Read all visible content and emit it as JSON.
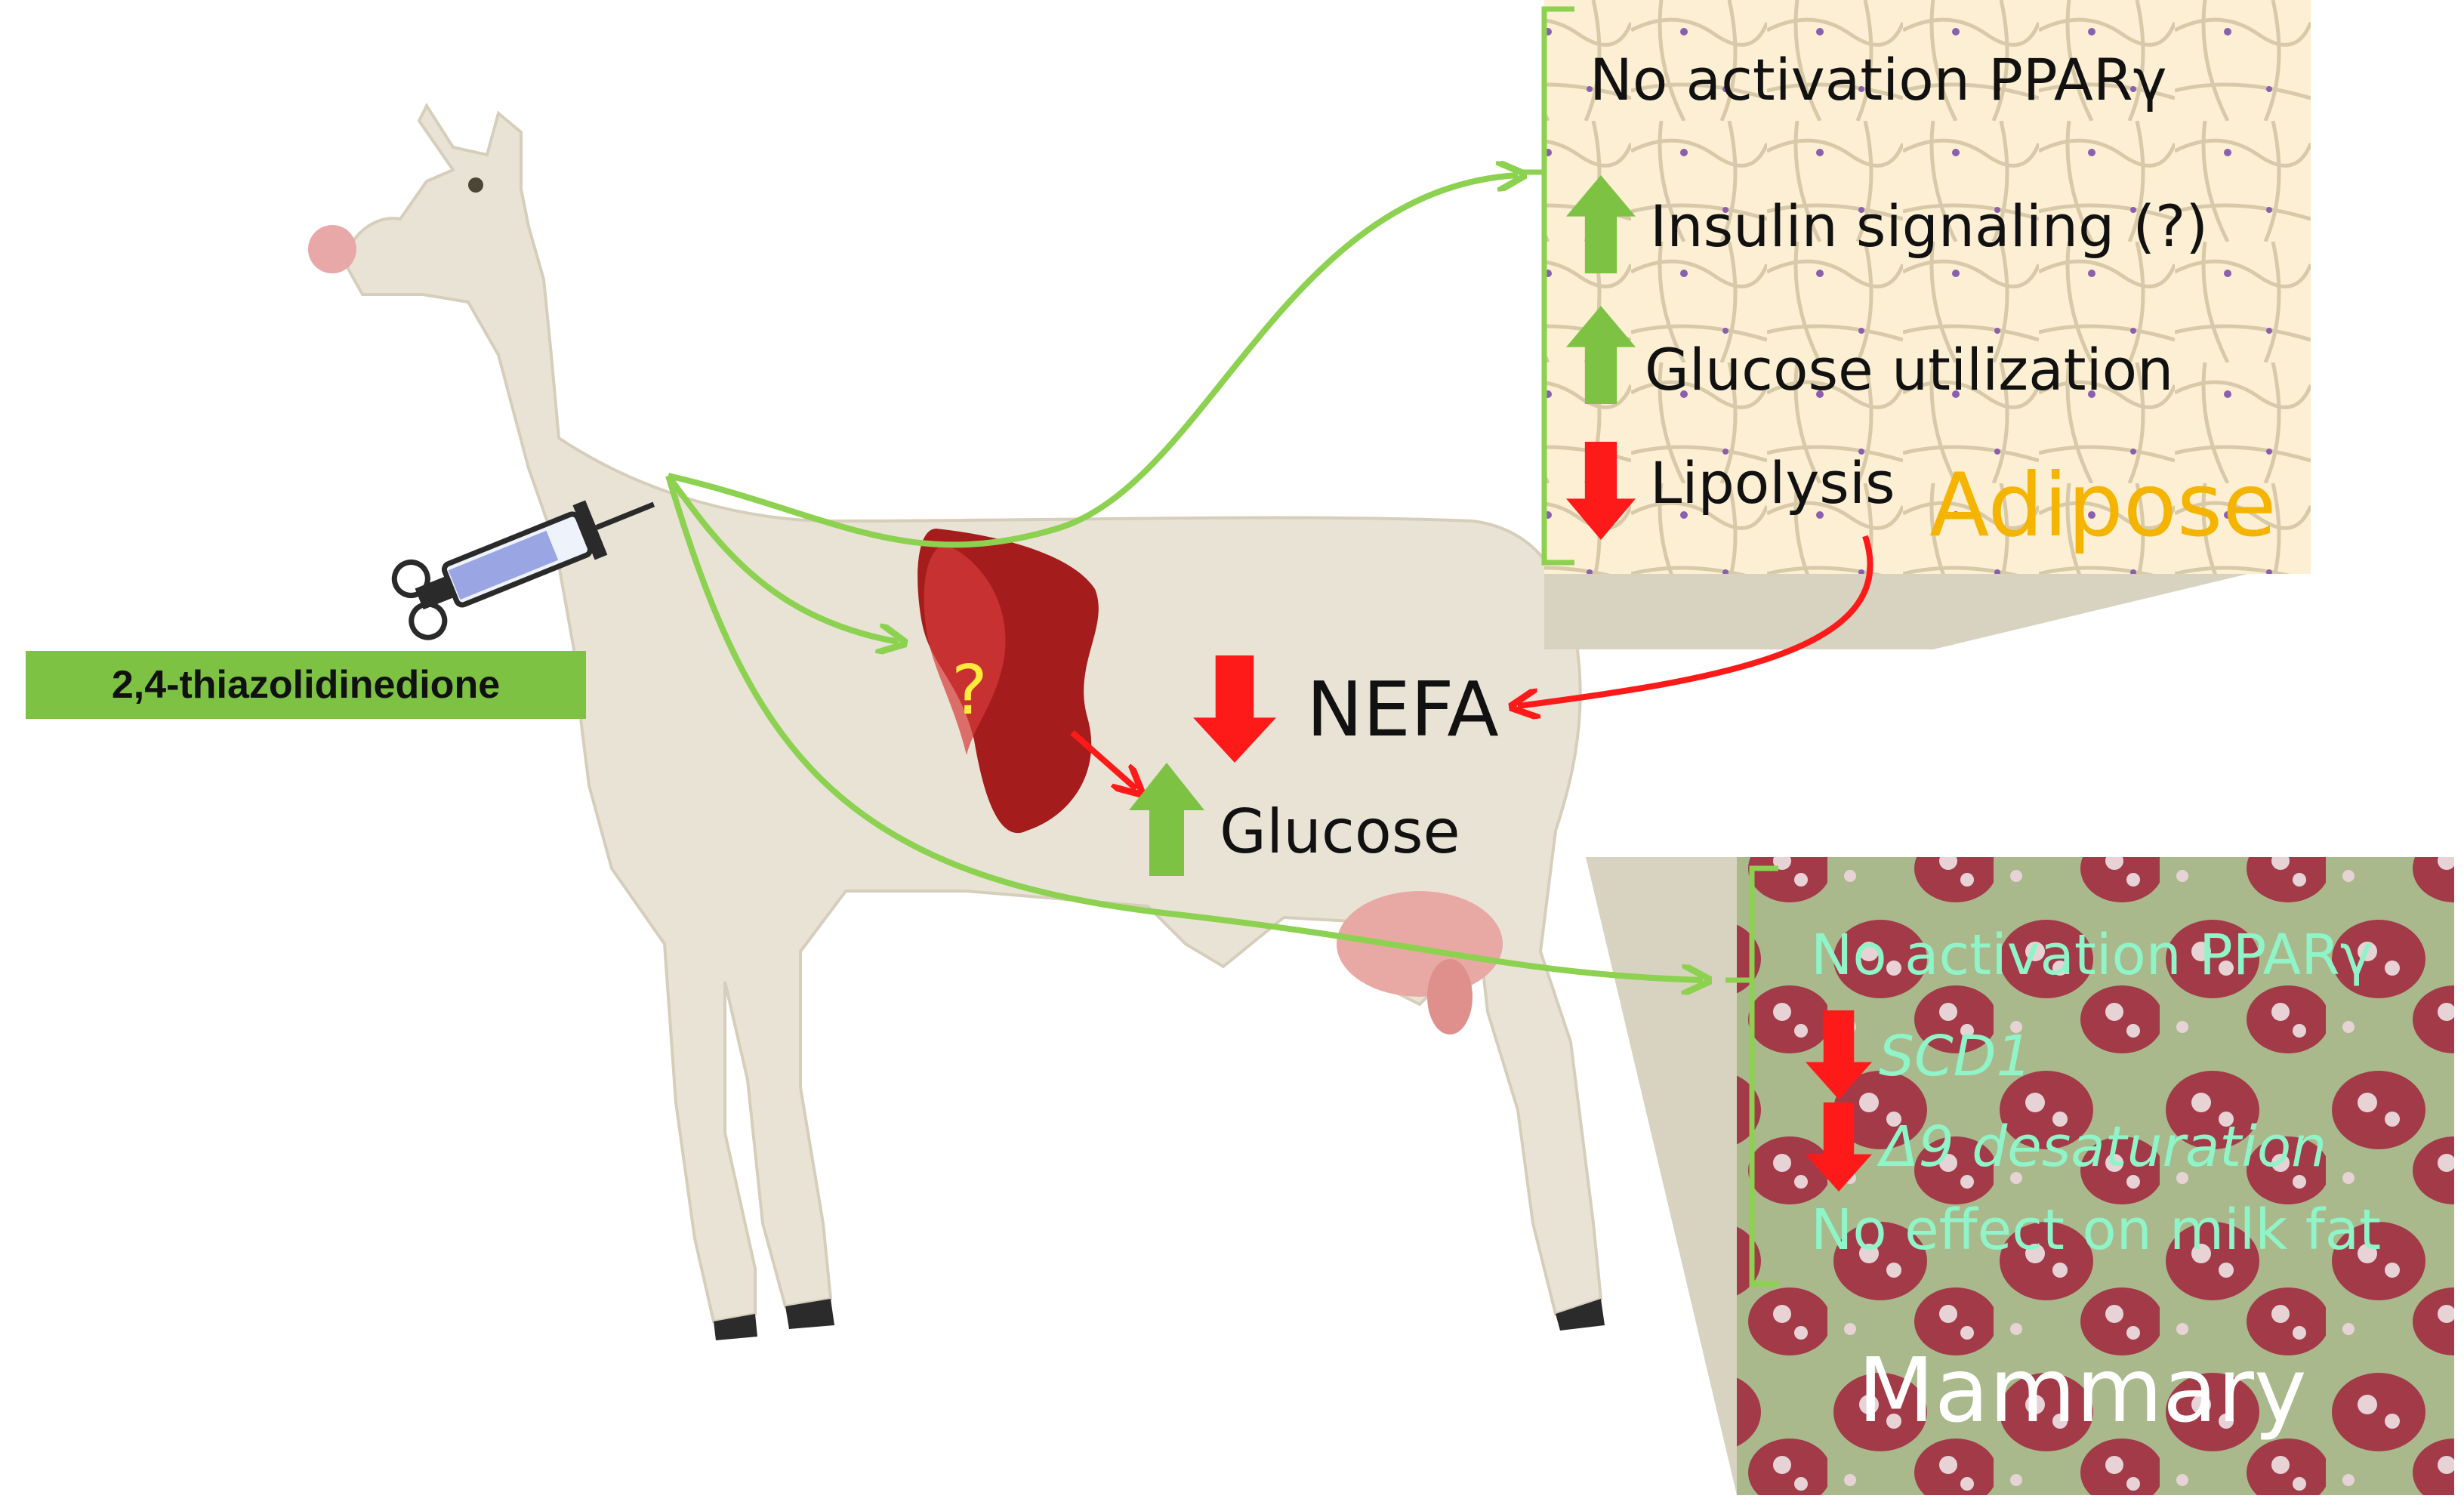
{
  "drug_label": "2,4-thiazolidinedione",
  "liver": {
    "question_mark": "?"
  },
  "systemic": {
    "nefa": "NEFA",
    "glucose": "Glucose"
  },
  "adipose": {
    "title": "Adipose",
    "items": [
      {
        "text": "No activation PPARγ",
        "arrow": "none"
      },
      {
        "text": "Insulin signaling (?)",
        "arrow": "up"
      },
      {
        "text": "Glucose utilization",
        "arrow": "up"
      },
      {
        "text": "Lipolysis",
        "arrow": "down"
      }
    ]
  },
  "mammary": {
    "title": "Mammary",
    "items": [
      {
        "text": "No activation PPARγ",
        "arrow": "none"
      },
      {
        "text": "SCD1",
        "arrow": "down"
      },
      {
        "text": "Δ9 desaturation",
        "arrow": "down"
      },
      {
        "text": "No effect on milk fat",
        "arrow": "none"
      }
    ]
  },
  "colors": {
    "increase_arrow": "#7dc242",
    "decrease_arrow": "#ff1a1a",
    "pathway_green": "#8cd14f",
    "adipose_title": "#f4b400",
    "mammary_text": "#8ff5c9"
  }
}
